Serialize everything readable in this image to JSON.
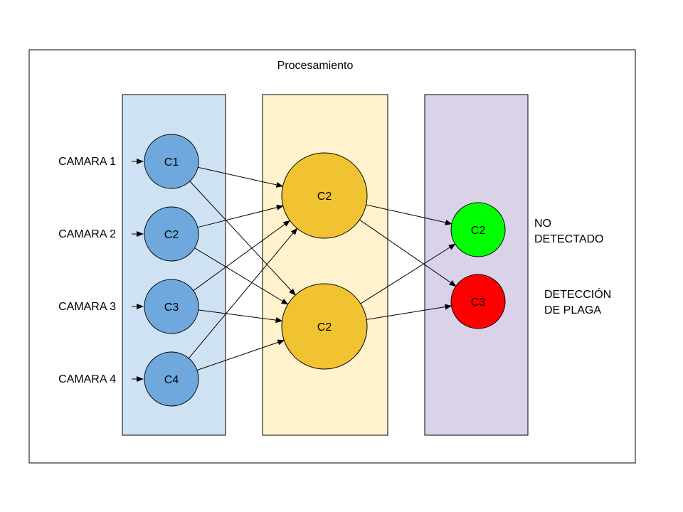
{
  "title": "Procesamiento",
  "inputs": [
    {
      "label": "CAMARA 1"
    },
    {
      "label": "CAMARA 2"
    },
    {
      "label": "CAMARA 3"
    },
    {
      "label": "CAMARA 4"
    }
  ],
  "layers": [
    {
      "fill": "#cfe2f3",
      "nodes": [
        {
          "label": "C1",
          "fill": "#6fa8dc"
        },
        {
          "label": "C2",
          "fill": "#6fa8dc"
        },
        {
          "label": "C3",
          "fill": "#6fa8dc"
        },
        {
          "label": "C4",
          "fill": "#6fa8dc"
        }
      ]
    },
    {
      "fill": "#fff2cc",
      "nodes": [
        {
          "label": "C2",
          "fill": "#f1c232"
        },
        {
          "label": "C2",
          "fill": "#f1c232"
        }
      ]
    },
    {
      "fill": "#d9d2e9",
      "nodes": [
        {
          "label": "C2",
          "fill": "#00ff00"
        },
        {
          "label": "C3",
          "fill": "#ff0000"
        }
      ]
    }
  ],
  "outputs": [
    {
      "lines": [
        "NO",
        "DETECTADO"
      ]
    },
    {
      "lines": [
        "DETECCIÓN",
        "DE PLAGA"
      ]
    }
  ],
  "colors": {
    "stroke": "#000000",
    "frame_fill": "#ffffff"
  }
}
